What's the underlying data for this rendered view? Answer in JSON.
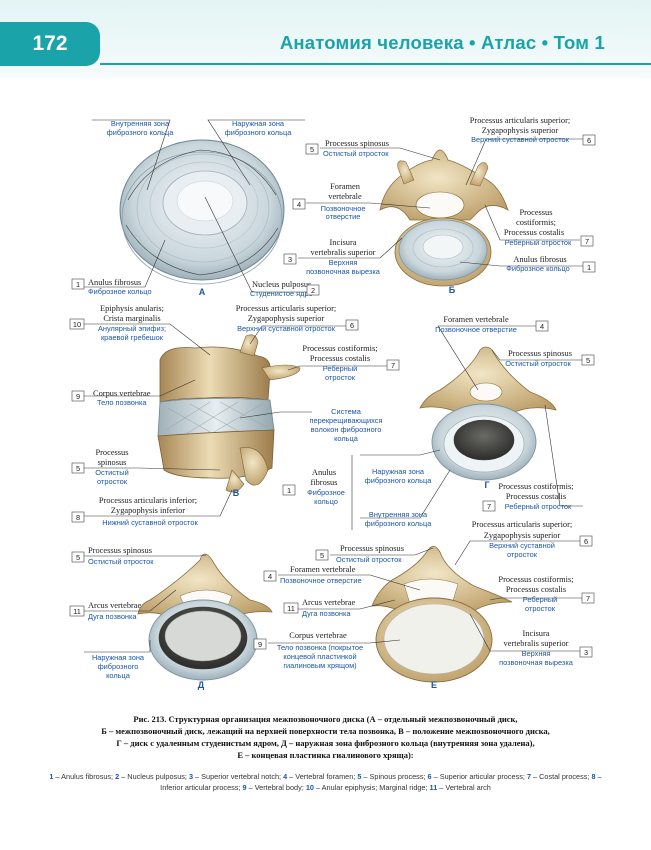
{
  "header": {
    "page_number": "172",
    "running_title": "Анатомия человека • Атлас • Том 1"
  },
  "panels": [
    "А",
    "Б",
    "В",
    "Г",
    "Д",
    "Е"
  ],
  "labels": {
    "a_inner": [
      "Внутренняя зона",
      "фиброзного кольца"
    ],
    "a_outer": [
      "Наружная зона",
      "фиброзного кольца"
    ],
    "a_anulus": {
      "num": "1",
      "lat": "Anulus fibrosus",
      "rus": "Фиброзное кольцо"
    },
    "a_nucleus": {
      "num": "2",
      "lat": "Nucleus pulposus",
      "rus": "Студенистое ядро"
    },
    "b_artsup": {
      "num": "6",
      "lat": [
        "Processus articularis superior;",
        "Zygapophysis superior"
      ],
      "rus": "Верхний суставной отросток"
    },
    "b_spinosus": {
      "num": "5",
      "lat": "Processus spinosus",
      "rus": "Остистый отросток"
    },
    "b_foramen": {
      "num": "4",
      "lat": [
        "Foramen",
        "vertebrale"
      ],
      "rus": [
        "Позвоночное",
        "отверстие"
      ]
    },
    "b_costal": {
      "num": "7",
      "lat": [
        "Processus",
        "costiformis;",
        "Processus costalis"
      ],
      "rus": "Реберный отросток"
    },
    "b_incisura": {
      "num": "3",
      "lat": [
        "Incisura",
        "vertebralis superior"
      ],
      "rus": [
        "Верхняя",
        "позвоночная вырезка"
      ]
    },
    "b_anulus": {
      "num": "1",
      "lat": "Anulus fibrosus",
      "rus": "Фиброзное кольцо"
    },
    "v_epiph": {
      "num": "10",
      "lat": [
        "Epiphysis anularis;",
        "Crista marginalis"
      ],
      "rus": [
        "Анулярный эпифиз;",
        "краевой гребешок"
      ]
    },
    "v_artsup": {
      "num": "6",
      "lat": [
        "Processus articularis superior;",
        "Zygapophysis superior"
      ],
      "rus": "Верхний суставной отросток"
    },
    "v_costal": {
      "num": "7",
      "lat": [
        "Processus costiformis;",
        "Processus costalis"
      ],
      "rus": [
        "Реберный",
        "отросток"
      ]
    },
    "v_corpus": {
      "num": "9",
      "lat": "Corpus vertebrae",
      "rus": "Тело позвонка"
    },
    "v_system": [
      "Система",
      "перекрещивающихся",
      "волокон фиброзного",
      "кольца"
    ],
    "v_spinosus": {
      "num": "5",
      "lat": [
        "Processus",
        "spinosus"
      ],
      "rus": [
        "Остистый",
        "отросток"
      ]
    },
    "v_artinf": {
      "num": "8",
      "lat": [
        "Processus articularis inferior;",
        "Zygapophysis inferior"
      ],
      "rus": "Нижний суставной отросток"
    },
    "g_foramen": {
      "num": "4",
      "lat": "Foramen vertebrale",
      "rus": "Позвоночное отверстие"
    },
    "g_spinosus": {
      "num": "5",
      "lat": "Processus spinosus",
      "rus": "Остистый отросток"
    },
    "g_anulus": {
      "num": "1",
      "lat": [
        "Anulus",
        "fibrosus"
      ],
      "rus": [
        "Фиброзное",
        "кольцо"
      ]
    },
    "g_outer": [
      "Наружная зона",
      "фиброзного кольца"
    ],
    "g_inner": [
      "Внутренняя зона",
      "фиброзного кольца"
    ],
    "g_costal": {
      "num": "7",
      "lat": [
        "Processus costiformis;",
        "Processus costalis"
      ],
      "rus": "Реберный отросток"
    },
    "d_spinosus": {
      "num": "5",
      "lat": "Processus spinosus",
      "rus": "Остистый отросток"
    },
    "d_arcus": {
      "num": "11",
      "lat": "Arcus vertebrae",
      "rus": "Дуга позвонка"
    },
    "d_outer": [
      "Наружная зона",
      "фиброзного",
      "кольца"
    ],
    "e_spinosus": {
      "num": "5",
      "lat": "Processus spinosus",
      "rus": "Остистый отросток"
    },
    "e_foramen": {
      "num": "4",
      "lat": "Foramen vertebrale",
      "rus": "Позвоночное отверстие"
    },
    "e_arcus": {
      "num": "11",
      "lat": "Arcus vertebrae",
      "rus": "Дуга позвонка"
    },
    "e_corpus": {
      "num": "9",
      "lat": "Corpus vertebrae",
      "rus": [
        "Тело позвонка (покрытое",
        "концевой пластинкой",
        "гиалиновым хрящом)"
      ]
    },
    "e_artsup": {
      "num": "6",
      "lat": [
        "Processus articularis superior;",
        "Zygapophysis superior"
      ],
      "rus": [
        "Верхний суставной",
        "отросток"
      ]
    },
    "e_costal": {
      "num": "7",
      "lat": [
        "Processus costiformis;",
        "Processus costalis"
      ],
      "rus": [
        "Реберный",
        "отросток"
      ]
    },
    "e_incisura": {
      "num": "3",
      "lat": [
        "Incisura",
        "vertebralis superior"
      ],
      "rus": [
        "Верхняя",
        "позвоночная вырезка"
      ]
    }
  },
  "caption": [
    "Рис. 213. Структурная организация межпозвоночного диска (А – отдельный межпозвоночный диск,",
    "Б – межпозвоночный диск, лежащий на верхней поверхности тела позвонка, В – положение межпозвоночного диска,",
    "Г – диск с удаленным студенистым ядром, Д – наружная зона фиброзного кольца (внутренняя зона удалена),",
    "Е – концевая пластинка гиалинового хряща):"
  ],
  "legend": [
    {
      "n": "1",
      "t": "Anulus fibrosus;"
    },
    {
      "n": "2",
      "t": "Nucleus pulposus;"
    },
    {
      "n": "3",
      "t": "Superior vertebral notch;"
    },
    {
      "n": "4",
      "t": "Vertebral foramen;"
    },
    {
      "n": "5",
      "t": "Spinous process;"
    },
    {
      "n": "6",
      "t": "Superior articular process;"
    },
    {
      "n": "7",
      "t": "Costal process;"
    },
    {
      "n": "8",
      "t": "Inferior articular process;"
    },
    {
      "n": "9",
      "t": "Vertebral body;"
    },
    {
      "n": "10",
      "t": "Anular epiphysis; Marginal ridge;"
    },
    {
      "n": "11",
      "t": "Vertebral arch"
    }
  ]
}
